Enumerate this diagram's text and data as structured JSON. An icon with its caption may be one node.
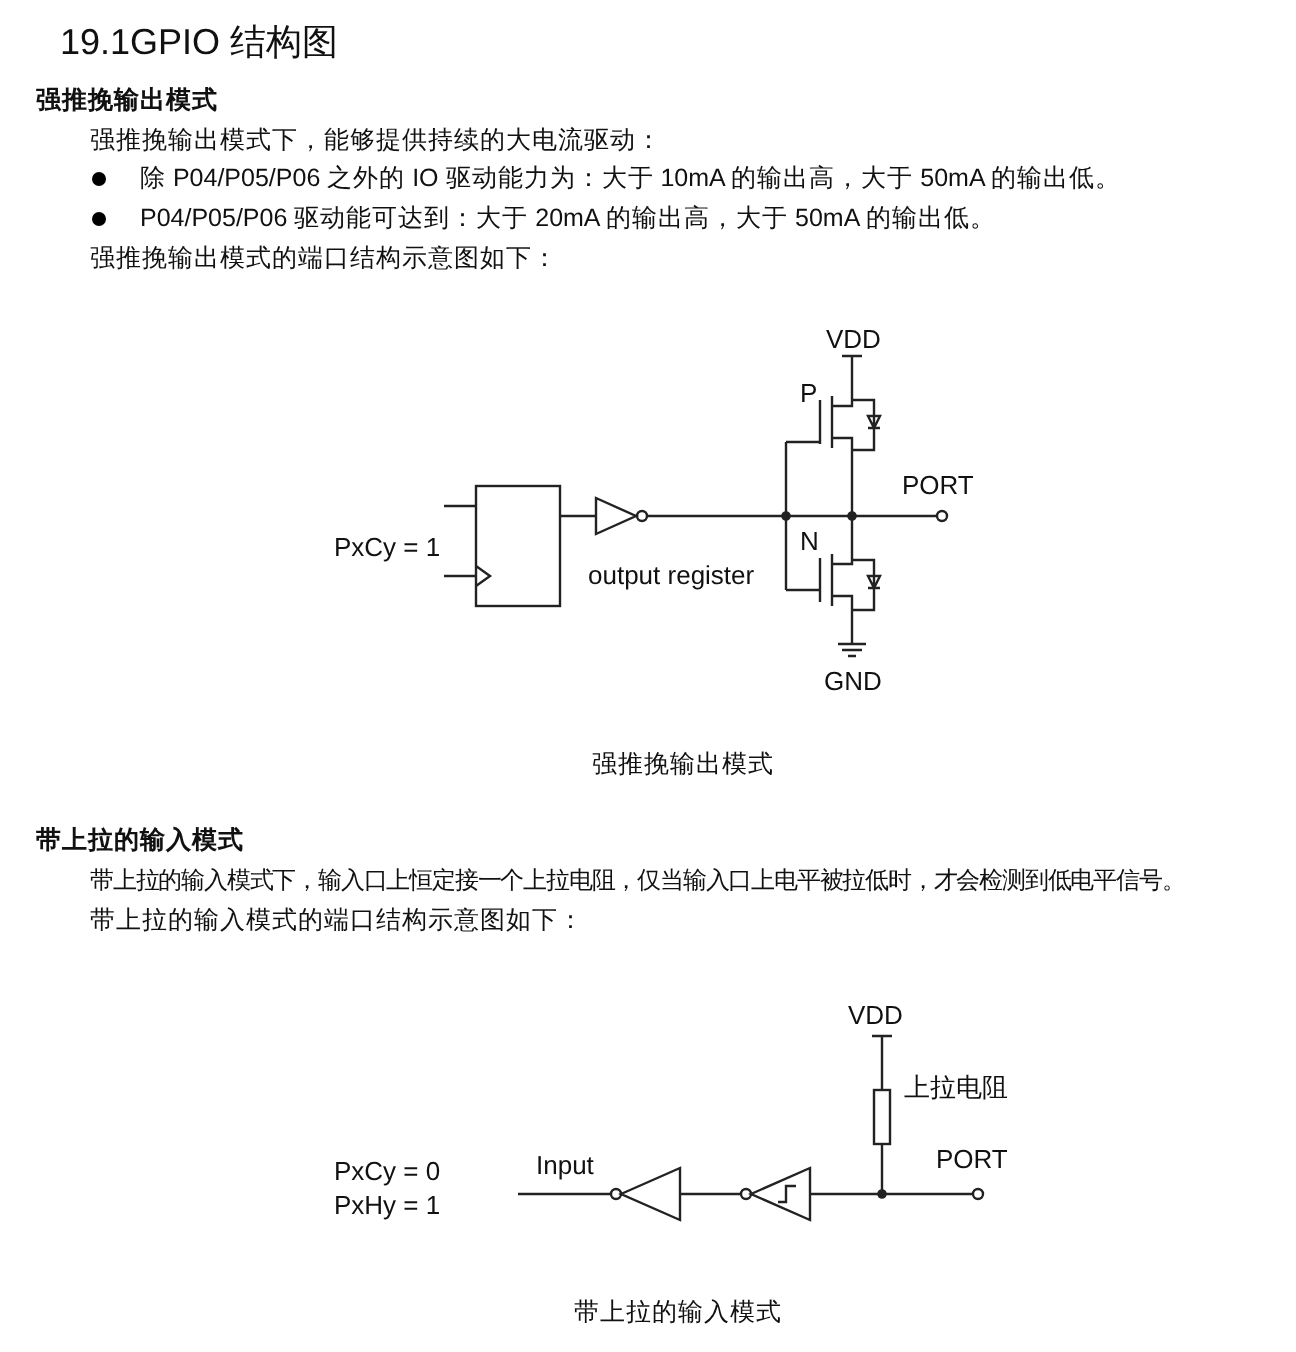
{
  "diagram": {
    "title": "19.1GPIO 结构图",
    "labels": [
      "强推挽输出模式",
      "强推挽输出模式下，能够提供持续的大电流驱动：",
      "除 P04/P05/P06 之外的 IO 驱动能力为：大于 10mA 的输出高，大于 50mA 的输出低。",
      "P04/P05/P06 驱动能可达到：大于 20mA 的输出高，大于 50mA 的输出低。",
      "强推挽输出模式的端口结构示意图如下：",
      "VDD",
      "P",
      "PORT",
      "PxCy = 1",
      "N",
      "output register",
      "GND",
      "强推挽输出模式",
      "带上拉的输入模式",
      "带上拉的输入模式下，输入口上恒定接一个上拉电阻，仅当输入口上电平被拉低时，才会检测到低电平信号。",
      "带上拉的输入模式的端口结构示意图如下：",
      "VDD",
      "上拉电阻",
      "PxCy = 0",
      "PxHy = 1",
      "Input",
      "PORT",
      "带上拉的输入模式"
    ]
  }
}
